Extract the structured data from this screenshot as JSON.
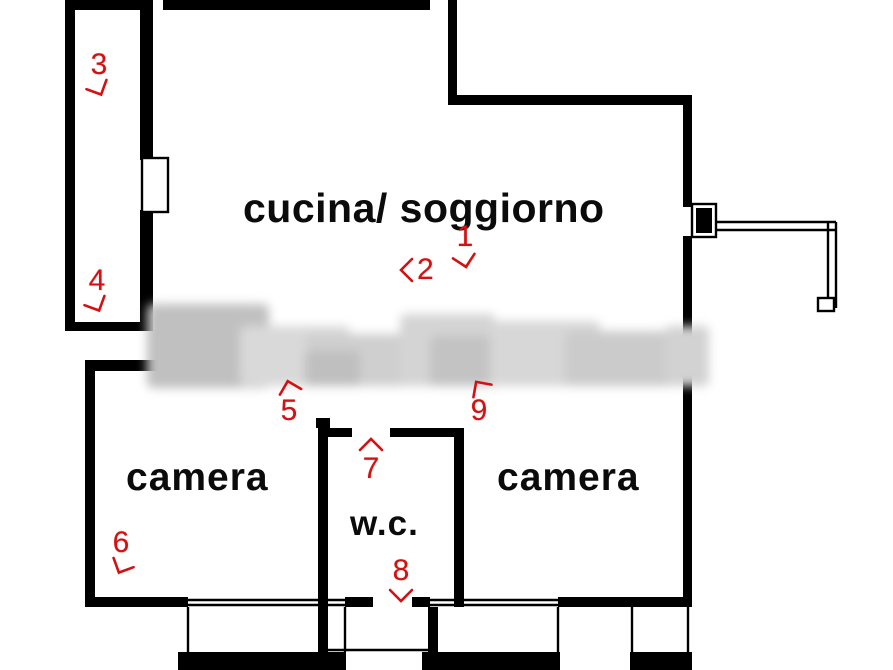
{
  "plan": {
    "rooms": {
      "kitchen_living": "cucina/ soggiorno",
      "bedroom_left": "camera",
      "bedroom_right": "camera",
      "wc": "w.c."
    },
    "markers": {
      "m1": "1",
      "m2": "2",
      "m3": "3",
      "m4": "4",
      "m5": "5",
      "m6": "6",
      "m7": "7",
      "m8": "8",
      "m9": "9"
    },
    "colors": {
      "wall": "#000000",
      "marker_red": "#d21212",
      "watermark_gray": "#cccccc",
      "background": "#ffffff"
    }
  }
}
